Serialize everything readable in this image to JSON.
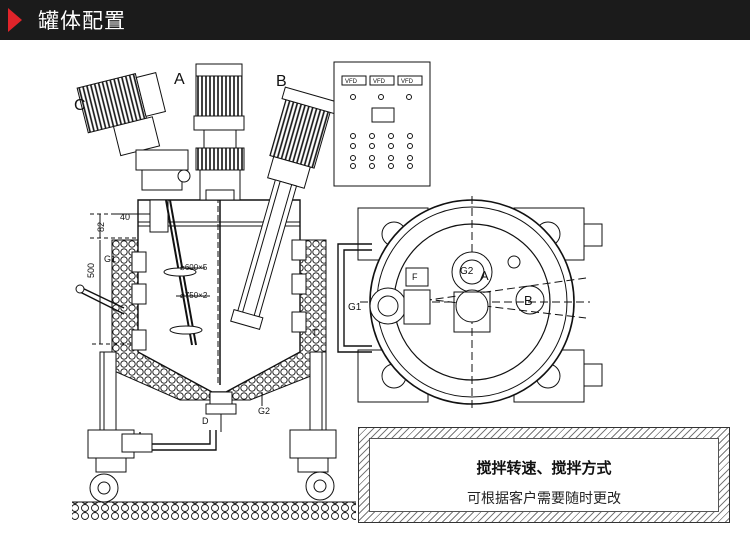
{
  "header": {
    "title": "罐体配置"
  },
  "drawing": {
    "motor_labels": {
      "a": "A",
      "b": "B",
      "c": "C"
    },
    "dimensions": {
      "top_offset": "40",
      "height_82": "82",
      "height_500": "500"
    },
    "annotations": {
      "impeller_1": "⌀600×5",
      "impeller_2": "⌀750×2",
      "g1": "G1",
      "g2": "G2",
      "d": "D",
      "t": "T"
    },
    "top_view": {
      "g1": "G1",
      "g2": "G2",
      "a": "A",
      "b": "B",
      "f": "F"
    },
    "panel": {
      "displays": [
        "VFD",
        "VFD",
        "VFD"
      ]
    }
  },
  "notice": {
    "line1": "搅拌转速、搅拌方式",
    "line2": "可根据客户需要随时更改"
  }
}
